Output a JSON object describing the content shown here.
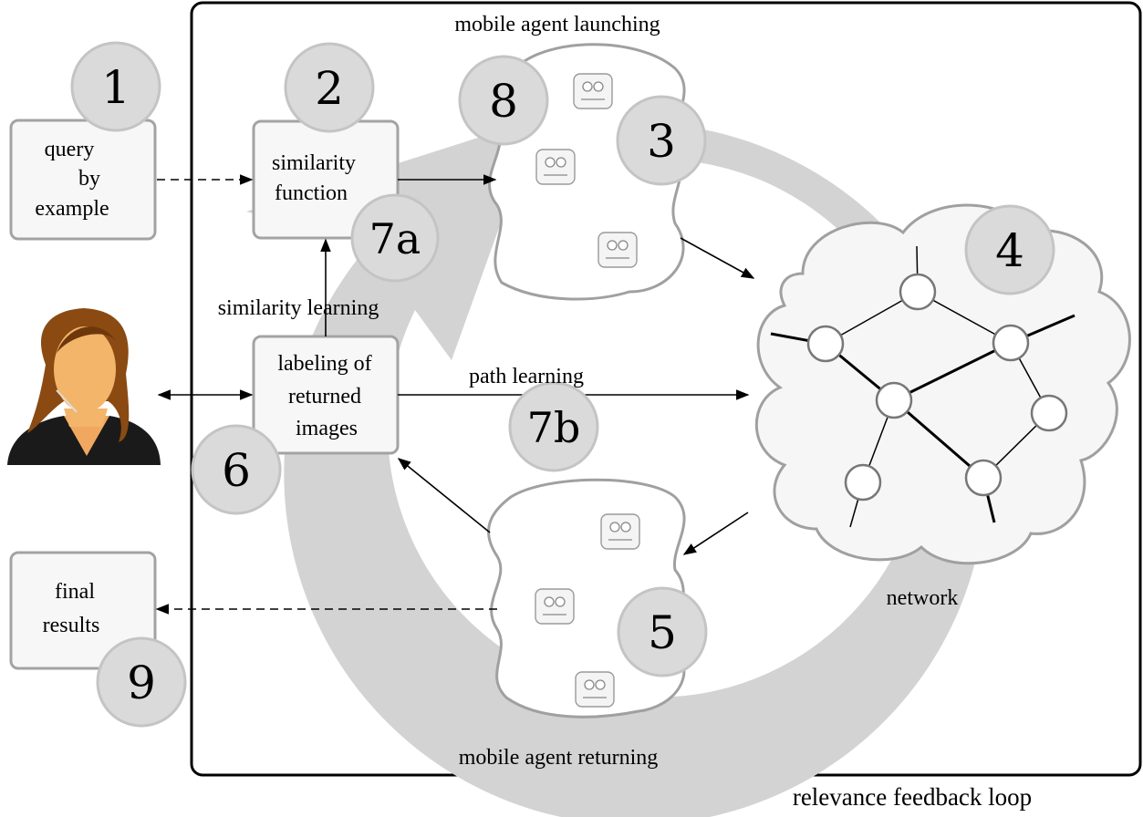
{
  "labels": {
    "query_by_example": [
      "query",
      "by",
      "example"
    ],
    "similarity_function": [
      "similarity",
      "function"
    ],
    "labeling_returned_images": [
      "labeling of",
      "returned",
      "images"
    ],
    "final_results": [
      "final",
      "results"
    ],
    "mobile_agent_launching": "mobile agent launching",
    "mobile_agent_returning": "mobile agent returning",
    "similarity_learning": "similarity learning",
    "path_learning": "path learning",
    "network": "network",
    "relevance_feedback_loop": "relevance feedback loop"
  },
  "steps": {
    "s1": "1",
    "s2": "2",
    "s3": "3",
    "s4": "4",
    "s5": "5",
    "s6": "6",
    "s7a": "7a",
    "s7b": "7b",
    "s8": "8",
    "s9": "9"
  },
  "colors": {
    "loop_arrow": "#d3d3d3",
    "step_circle_fill": "#dadada",
    "step_circle_stroke": "#c4c4c4",
    "box_fill": "#f7f7f7",
    "box_stroke": "#a3a3a3",
    "cloud_fill": "#f6f6f6",
    "cloud_stroke": "#a0a0a0",
    "hair": "#8a4a12",
    "skin": "#f3b56a",
    "jacket": "#1a1a1a"
  },
  "icons": {
    "user": "user-avatar-icon",
    "agent": "robot-face-icon"
  }
}
